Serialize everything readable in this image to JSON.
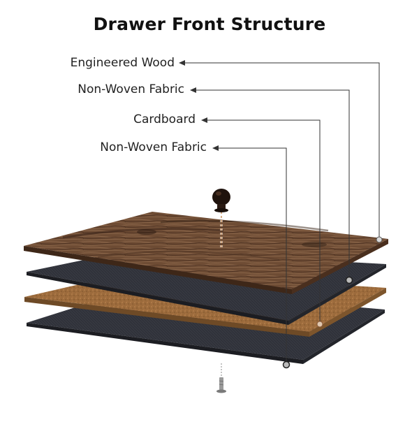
{
  "title": "Drawer Front Structure",
  "layers": [
    {
      "label": "Engineered Wood"
    },
    {
      "label": "Non-Woven Fabric"
    },
    {
      "label": "Cardboard"
    },
    {
      "label": "Non-Woven Fabric"
    }
  ],
  "colors": {
    "wood": "#6b4a33",
    "fabric": "#2e3038",
    "cardboard": "#9a6a3c",
    "leader": "#333333",
    "knob": "#2a1a12"
  }
}
